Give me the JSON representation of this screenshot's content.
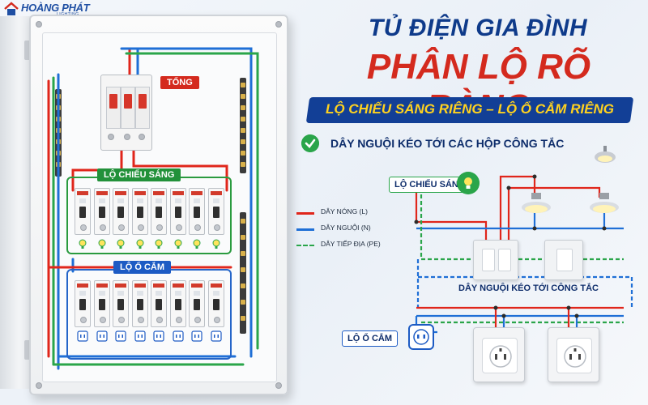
{
  "brand": {
    "name": "HOÀNG PHÁT",
    "tagline": "LIGHTING"
  },
  "colors": {
    "live": "#e0261b",
    "neutral": "#1f6fd6",
    "earth": "#2aa54a",
    "navy": "#0e3a8a",
    "red": "#d42a1e"
  },
  "headline": {
    "line1": "TỦ ĐIỆN GIA ĐÌNH",
    "line2": "PHÂN LỘ RÕ RÀNG",
    "banner": "LỘ CHIẾU SÁNG RIÊNG – LỘ Ổ CẮM RIÊNG",
    "bullet": "DÂY NGUỘI KÉO TỚI CÁC HỘP CÔNG TẮC"
  },
  "cabinet": {
    "main_label": "TỔNG",
    "lighting_label": "LỘ CHIẾU SÁNG",
    "socket_label": "LỘ Ổ CẮM"
  },
  "legend": [
    {
      "label": "DÂY NÓNG (L)",
      "color": "#e0261b"
    },
    {
      "label": "DÂY NGUỘI (N)",
      "color": "#1f6fd6"
    },
    {
      "label": "DÂY TIẾP ĐỊA (PE)",
      "color": "#2aa54a"
    }
  ],
  "diagram": {
    "lighting_tag": "LỘ CHIẾU SÁNG",
    "socket_tag": "LỘ Ổ CẮM",
    "switch_caption": "DÂY NGUỘI KÉO TỚI CÔNG TẮC"
  }
}
